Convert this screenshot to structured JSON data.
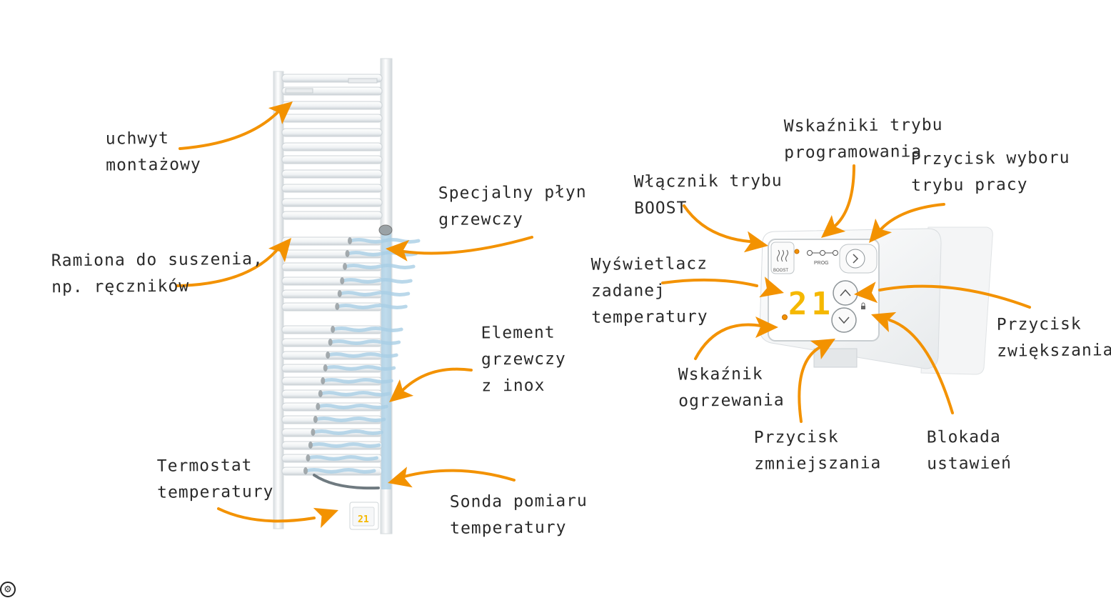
{
  "colors": {
    "arrow": "#F39200",
    "label_text": "#2a2a2a",
    "radiator_white": "#ffffff",
    "heating_fluid": "#a9cfe6",
    "display_digits": "#F5B800"
  },
  "labels": {
    "mounting_bracket": [
      "uchwyt",
      "montażowy"
    ],
    "drying_arms": [
      "Ramiona do suszenia,",
      "np. ręczników"
    ],
    "thermostat": [
      "Termostat",
      "temperatury"
    ],
    "heating_fluid": [
      "Specjalny płyn",
      "grzewczy"
    ],
    "heating_element": [
      "Element",
      "grzewczy",
      "z inox"
    ],
    "temp_probe": [
      "Sonda pomiaru",
      "temperatury"
    ],
    "prog_indicators": [
      "Wskaźniki trybu",
      "programowania"
    ],
    "mode_select": [
      "Przycisk wyboru",
      "trybu pracy"
    ],
    "boost_switch": [
      "Włącznik trybu",
      "BOOST"
    ],
    "setpoint_display": [
      "Wyświetlacz",
      "zadanej",
      "temperatury"
    ],
    "increase_button": [
      "Przycisk",
      "zwiększania"
    ],
    "heating_indicator": [
      "Wskaźnik",
      "ogrzewania"
    ],
    "decrease_button": [
      "Przycisk",
      "zmniejszania"
    ],
    "settings_lock": [
      "Blokada",
      "ustawień"
    ]
  },
  "controller": {
    "display_value": "21",
    "boost_label": "BOOST",
    "prog_label": "PROG"
  },
  "icons": {
    "settings": "gear-icon"
  }
}
